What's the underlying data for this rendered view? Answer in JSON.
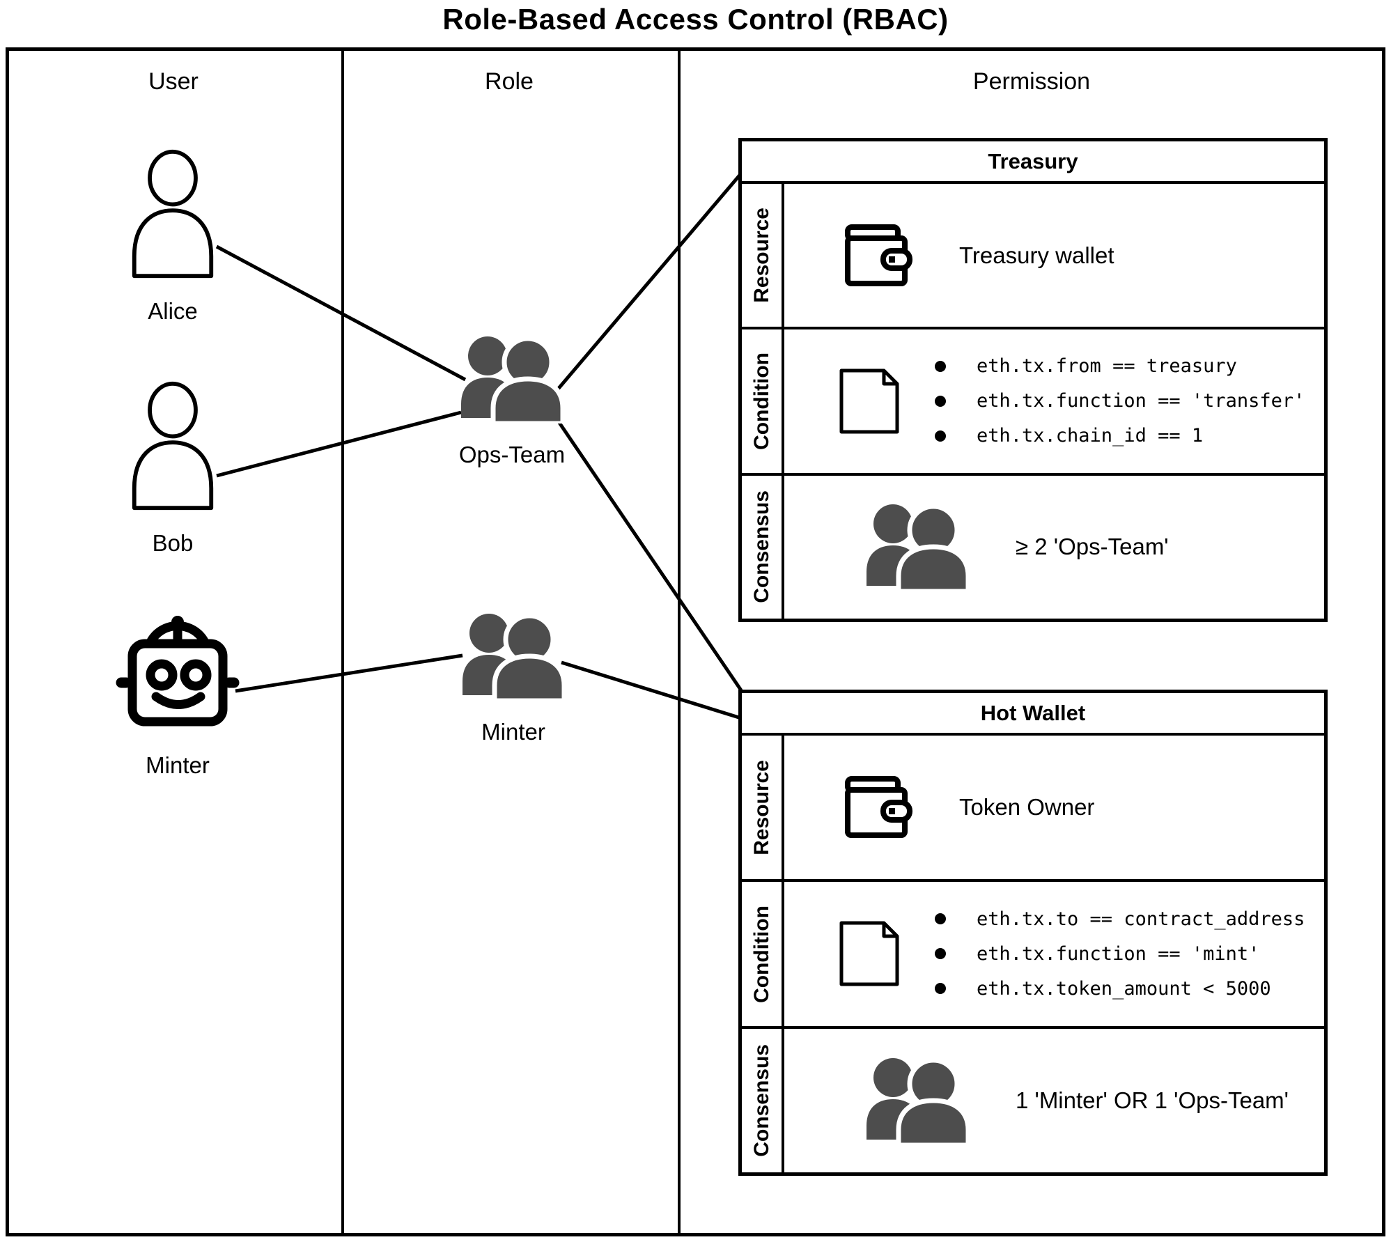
{
  "title": "Role-Based Access Control (RBAC)",
  "columns": {
    "user": "User",
    "role": "Role",
    "permission": "Permission"
  },
  "users": [
    {
      "name": "Alice",
      "icon": "person-icon"
    },
    {
      "name": "Bob",
      "icon": "person-icon"
    },
    {
      "name": "Minter",
      "icon": "robot-icon"
    }
  ],
  "roles": [
    {
      "name": "Ops-Team",
      "icon": "team-icon"
    },
    {
      "name": "Minter",
      "icon": "team-icon"
    }
  ],
  "row_labels": {
    "resource": "Resource",
    "condition": "Condition",
    "consensus": "Consensus"
  },
  "permissions": [
    {
      "title": "Treasury",
      "resource": "Treasury wallet",
      "conditions": [
        "eth.tx.from == treasury",
        "eth.tx.function == 'transfer'",
        "eth.tx.chain_id == 1"
      ],
      "consensus": "≥ 2 'Ops-Team'"
    },
    {
      "title": "Hot Wallet",
      "resource": "Token Owner",
      "conditions": [
        "eth.tx.to == contract_address",
        "eth.tx.function == 'mint'",
        "eth.tx.token_amount < 5000"
      ],
      "consensus": "1 'Minter' OR 1 'Ops-Team'"
    }
  ],
  "edges": [
    "alice to ops-team",
    "bob to ops-team",
    "minter-user to minter-role",
    "ops-team to treasury",
    "ops-team to hot-wallet",
    "minter-role to hot-wallet"
  ],
  "colors": {
    "icon_gray": "#4d4d4d",
    "line": "#000000",
    "background": "#ffffff"
  }
}
